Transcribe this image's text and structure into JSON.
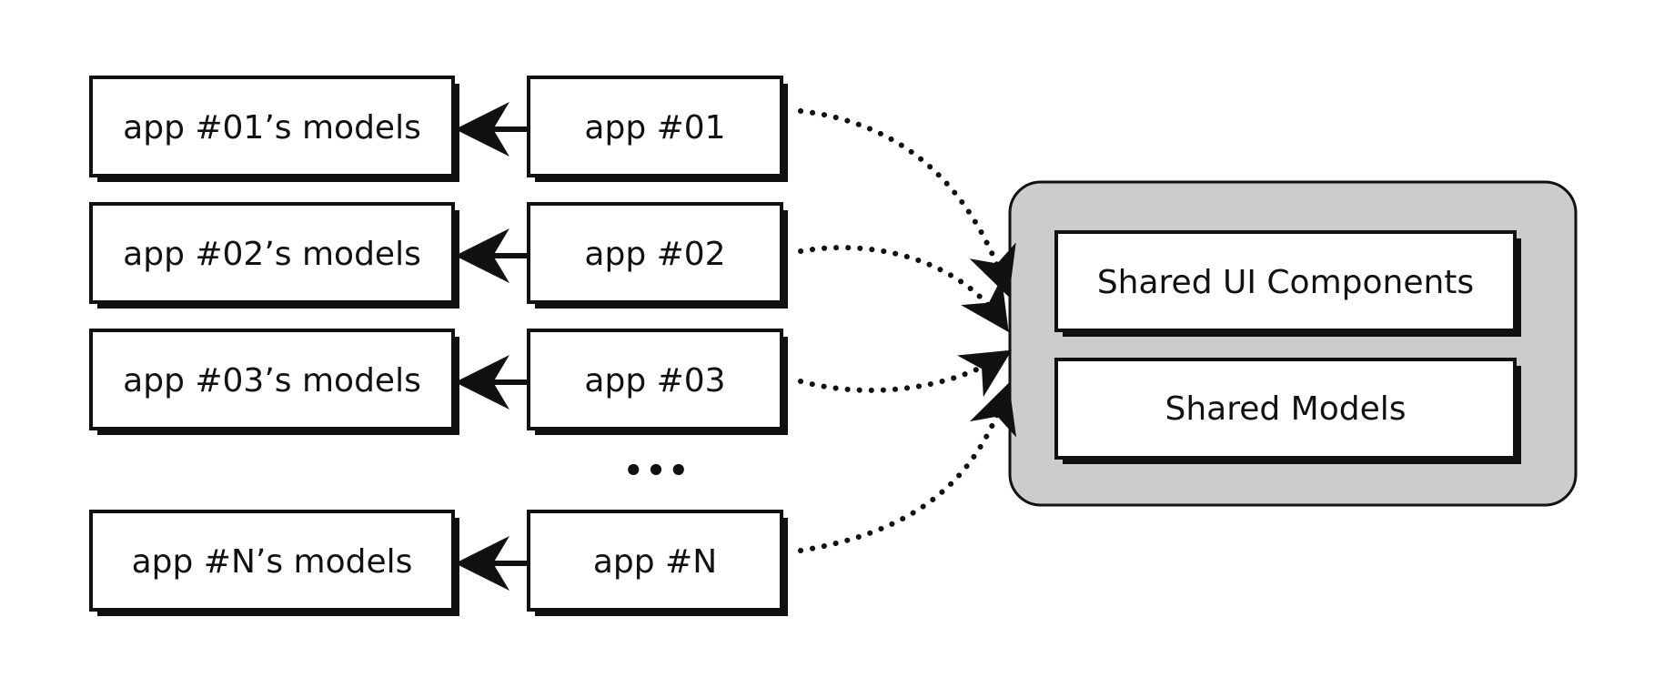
{
  "apps": [
    {
      "label": "app #01",
      "models_label": "app #01’s models"
    },
    {
      "label": "app #02",
      "models_label": "app #02’s models"
    },
    {
      "label": "app #03",
      "models_label": "app #03’s models"
    },
    {
      "label": "app #N",
      "models_label": "app #N’s models"
    }
  ],
  "ellipsis": "•••",
  "shared": {
    "components_label": "Shared UI Components",
    "models_label": "Shared Models"
  },
  "colors": {
    "stroke": "#111111",
    "box_fill": "#ffffff",
    "shared_container_fill": "#cccccc",
    "shadow": "#111111"
  }
}
